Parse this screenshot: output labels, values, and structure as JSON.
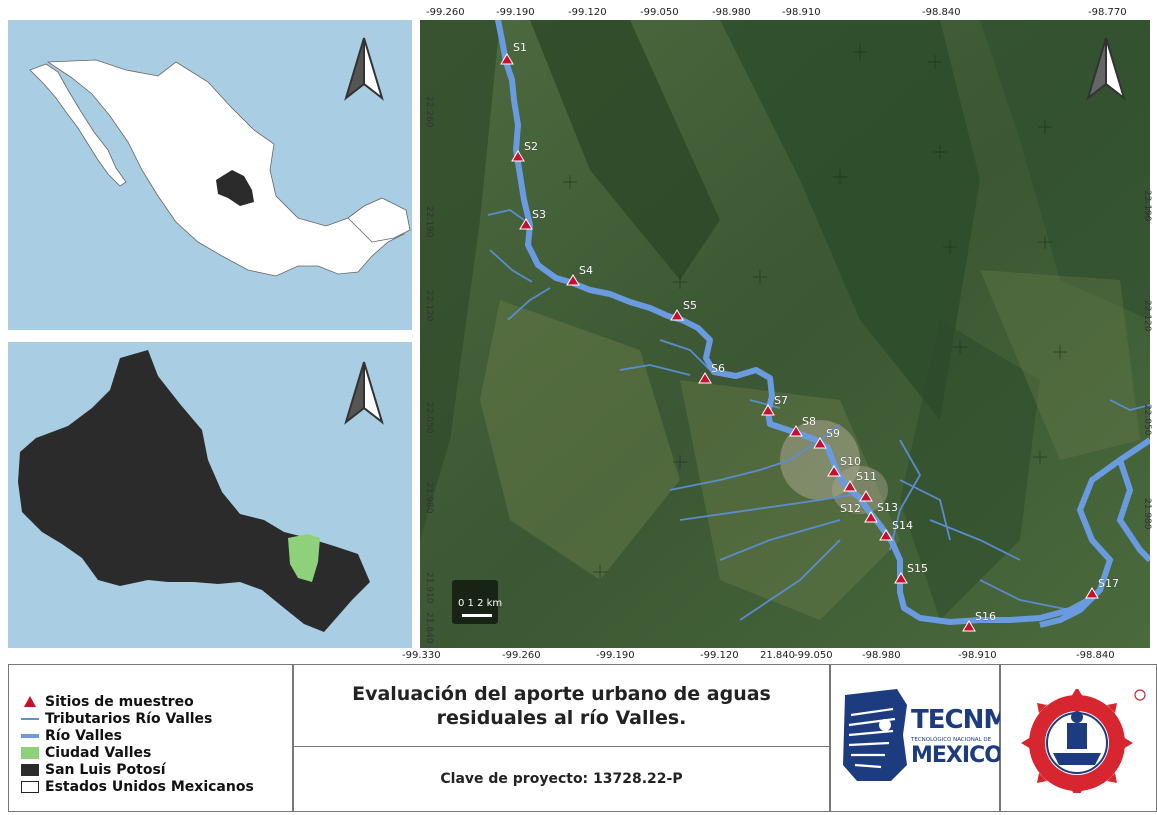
{
  "top_coords": [
    "-99.260",
    "-99.190",
    "-99.120",
    "-99.050",
    "-98.980",
    "-98.910",
    "-98.840",
    "-98.770"
  ],
  "bottom_coords": [
    "-99.330",
    "-99.260",
    "-99.190",
    "-99.120",
    "21.840",
    "-99.050",
    "-98.980",
    "-98.910",
    "-98.840"
  ],
  "left_coords": [
    "22.260",
    "22.190",
    "22.120",
    "22.050",
    "21.980",
    "21.910",
    "21.840"
  ],
  "right_coords": [
    "22.190",
    "22.120",
    "22.050",
    "21.980"
  ],
  "sites": [
    "S1",
    "S2",
    "S3",
    "S4",
    "S5",
    "S6",
    "S7",
    "S8",
    "S9",
    "S10",
    "S11",
    "S12",
    "S13",
    "S14",
    "S15",
    "S16",
    "S17"
  ],
  "scale_bar": {
    "label": "0 1 2 km"
  },
  "legend": {
    "items": [
      {
        "label": "Sitios de muestreo",
        "symbol": "red-triangle",
        "color": "#c8102e"
      },
      {
        "label": "Tributarios Río Valles",
        "symbol": "thin-line",
        "color": "#5b8fd6"
      },
      {
        "label": "Río Valles",
        "symbol": "thick-line",
        "color": "#6a9be0"
      },
      {
        "label": "Ciudad Valles",
        "symbol": "fill",
        "color": "#8fd17a"
      },
      {
        "label": "San Luis Potosí",
        "symbol": "fill",
        "color": "#2b2b2b"
      },
      {
        "label": "Estados Unidos Mexicanos",
        "symbol": "outline",
        "color": "#ffffff"
      }
    ]
  },
  "title": "Evaluación del aporte urbano de aguas residuales al río Valles.",
  "project_code": "Clave de proyecto: 13728.22-P",
  "logos": {
    "tecnm_main": "TECNM",
    "tecnm_sub": "TECNOLÓGICO NACIONAL DE",
    "tecnm_country": "MEXICO"
  },
  "colors": {
    "water": "#a9cde3",
    "river": "#6a9be0",
    "site": "#c8102e",
    "state": "#2b2b2b",
    "city": "#8fd17a"
  }
}
